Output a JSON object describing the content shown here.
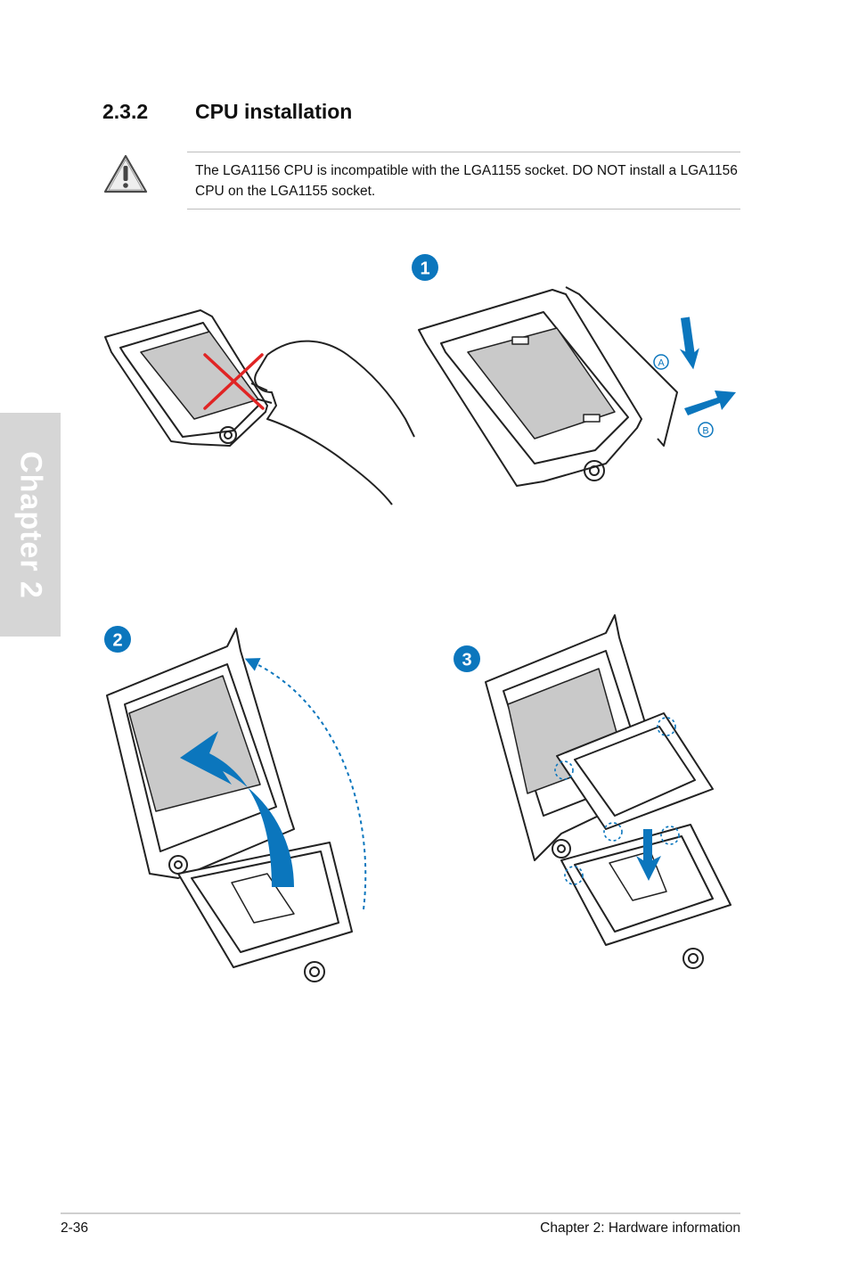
{
  "sidebar": {
    "chapter_tab": "Chapter 2"
  },
  "section": {
    "number": "2.3.2",
    "title": "CPU installation"
  },
  "warning": {
    "icon": "warning-triangle-icon",
    "text": "The LGA1156 CPU is incompatible with the LGA1155 socket. DO NOT install a LGA1156 CPU on the LGA1155 socket."
  },
  "figure": {
    "steps": [
      "1",
      "2",
      "3"
    ],
    "arrow_labels": [
      "A",
      "B"
    ],
    "accent_color": "#0b76bd"
  },
  "footer": {
    "page_number": "2-36",
    "chapter_label": "Chapter 2: Hardware information"
  }
}
